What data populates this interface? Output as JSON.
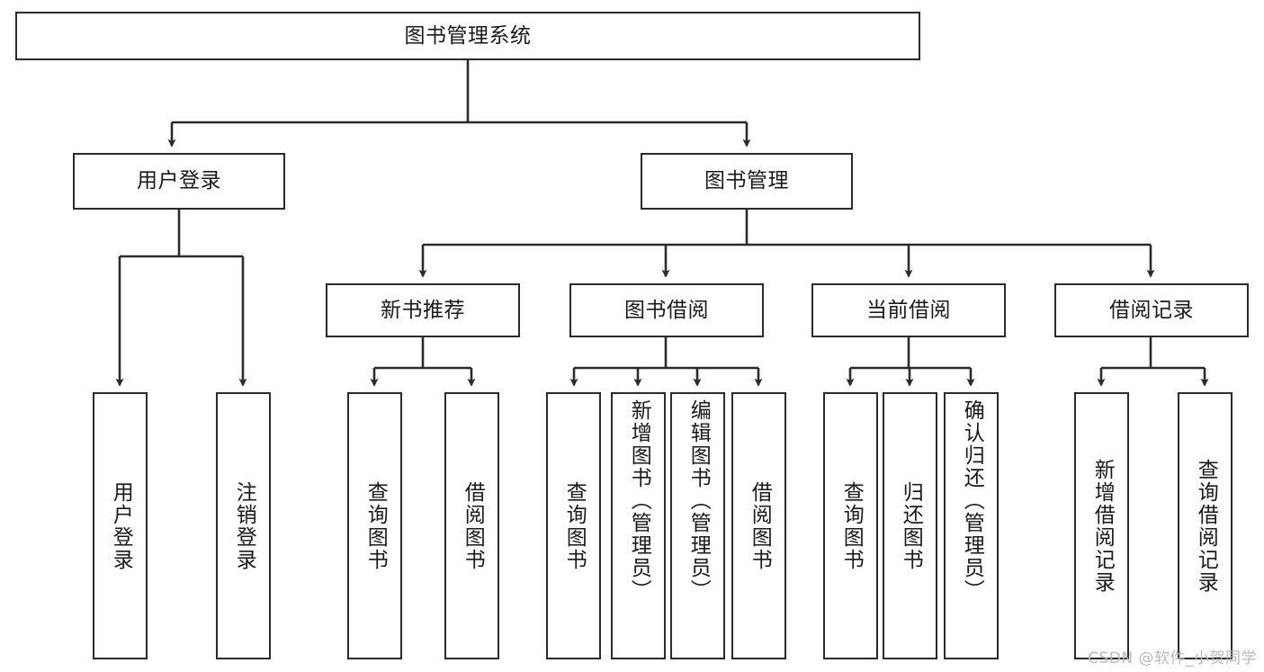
{
  "diagram": {
    "title": "图书管理系统",
    "type": "tree-hierarchy-diagram",
    "watermark": "CSDN @软件_小贺同学",
    "colors": {
      "background": "#ffffff",
      "box_border": "#2b2b2b",
      "box_fill": "#ffffff",
      "connector": "#2b2b2b",
      "text": "#1a1a1a",
      "watermark": "#b9b9b9"
    },
    "nodes": {
      "root": {
        "id": "root",
        "label": "图书管理系统",
        "level": 1,
        "orientation": "horizontal"
      },
      "level2": [
        {
          "id": "user-login",
          "label": "用户登录",
          "level": 2,
          "orientation": "horizontal"
        },
        {
          "id": "book-management",
          "label": "图书管理",
          "level": 2,
          "orientation": "horizontal"
        }
      ],
      "level3": [
        {
          "id": "new-book-recommend",
          "label": "新书推荐",
          "level": 3,
          "orientation": "horizontal"
        },
        {
          "id": "book-borrow",
          "label": "图书借阅",
          "level": 3,
          "orientation": "horizontal"
        },
        {
          "id": "current-borrow",
          "label": "当前借阅",
          "level": 3,
          "orientation": "horizontal"
        },
        {
          "id": "borrow-record",
          "label": "借阅记录",
          "level": 3,
          "orientation": "horizontal"
        }
      ],
      "leaves": [
        {
          "id": "leaf-user-login",
          "label": "用户登录",
          "parent": "user-login",
          "orientation": "vertical"
        },
        {
          "id": "leaf-user-logout",
          "label": "注销登录",
          "parent": "user-login",
          "orientation": "vertical"
        },
        {
          "id": "leaf-query-book-1",
          "label": "查询图书",
          "parent": "new-book-recommend",
          "orientation": "vertical"
        },
        {
          "id": "leaf-borrow-book-1",
          "label": "借阅图书",
          "parent": "new-book-recommend",
          "orientation": "vertical"
        },
        {
          "id": "leaf-query-book-2",
          "label": "查询图书",
          "parent": "book-borrow",
          "orientation": "vertical"
        },
        {
          "id": "leaf-add-book",
          "label": "新增图书（管理员）",
          "parent": "book-borrow",
          "orientation": "vertical"
        },
        {
          "id": "leaf-edit-book",
          "label": "编辑图书（管理员）",
          "parent": "book-borrow",
          "orientation": "vertical"
        },
        {
          "id": "leaf-borrow-book-2",
          "label": "借阅图书",
          "parent": "book-borrow",
          "orientation": "vertical"
        },
        {
          "id": "leaf-query-book-3",
          "label": "查询图书",
          "parent": "current-borrow",
          "orientation": "vertical"
        },
        {
          "id": "leaf-return-book",
          "label": "归还图书",
          "parent": "current-borrow",
          "orientation": "vertical"
        },
        {
          "id": "leaf-confirm-return",
          "label": "确认归还（管理员）",
          "parent": "current-borrow",
          "orientation": "vertical"
        },
        {
          "id": "leaf-add-record",
          "label": "新增借阅记录",
          "parent": "borrow-record",
          "orientation": "vertical"
        },
        {
          "id": "leaf-query-record",
          "label": "查询借阅记录",
          "parent": "borrow-record",
          "orientation": "vertical"
        }
      ]
    }
  }
}
